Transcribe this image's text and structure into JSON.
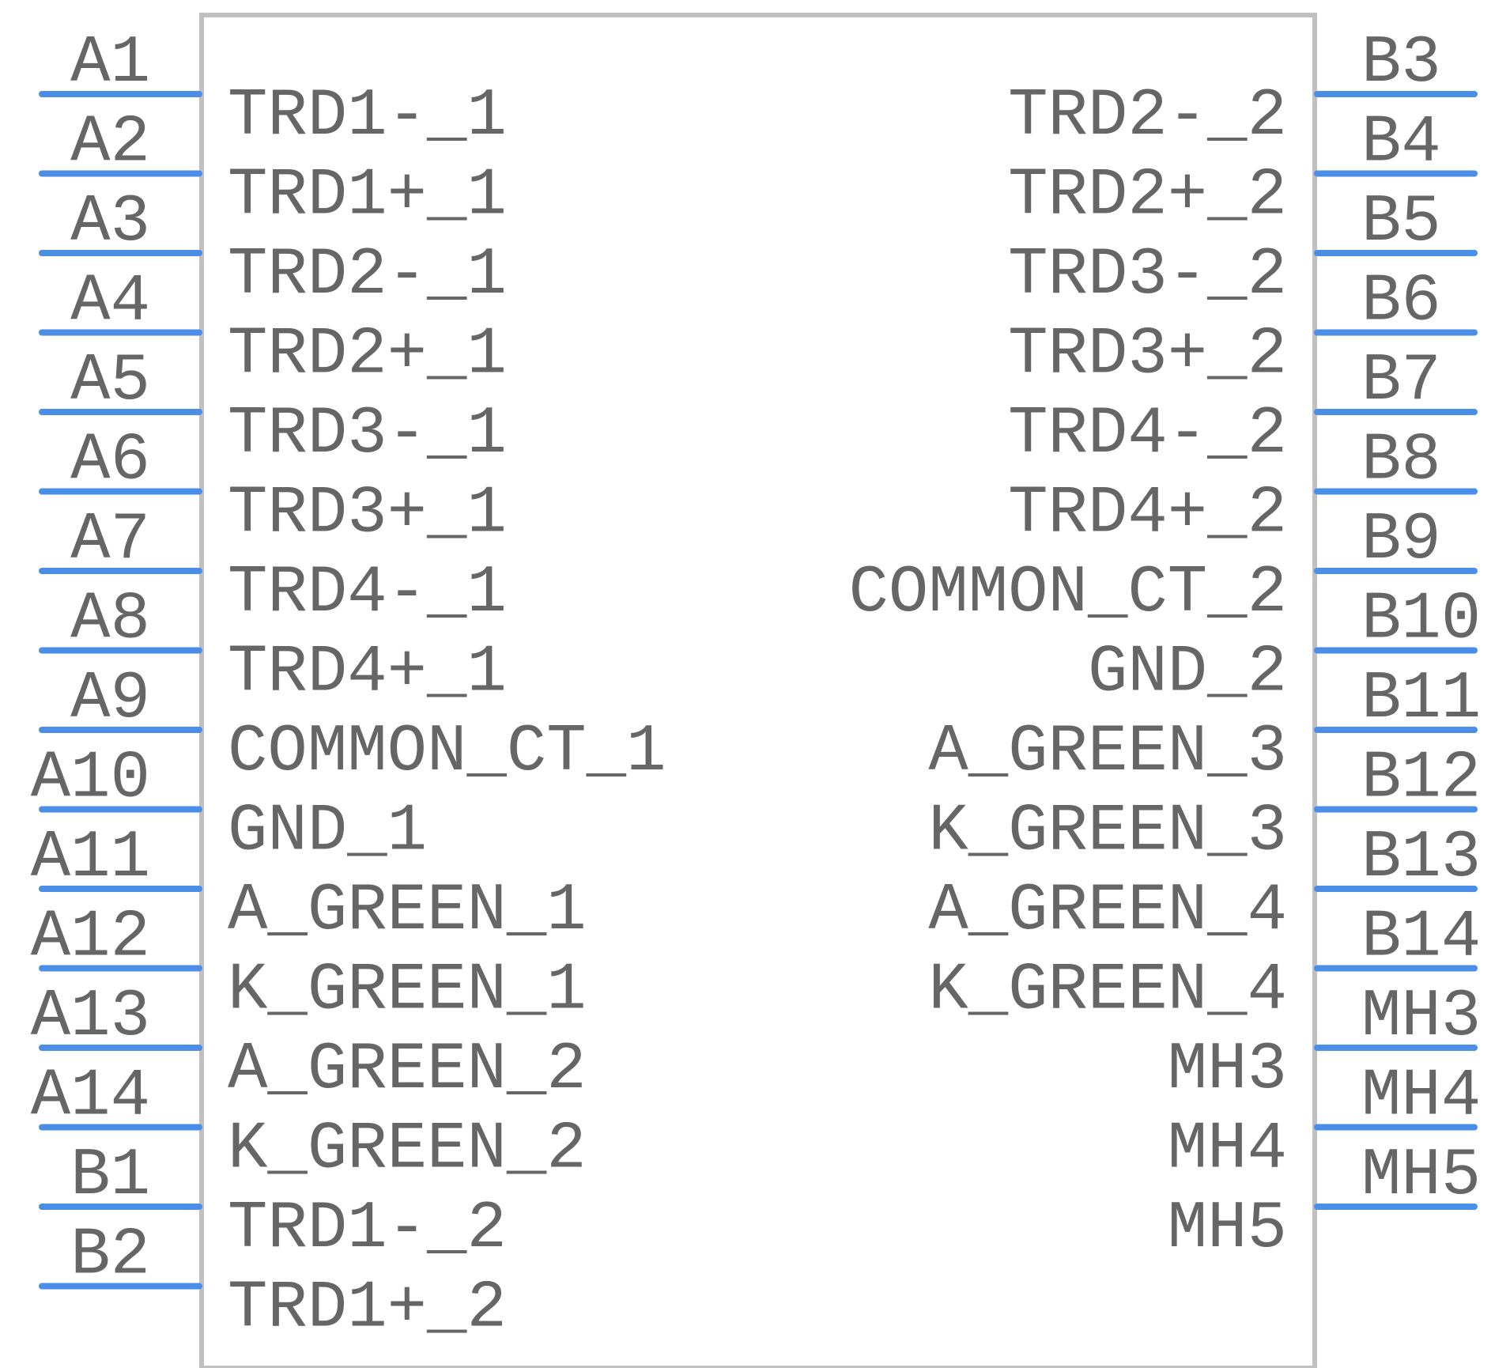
{
  "colors": {
    "body_outline": "#c0c0c0",
    "pin_line": "#4a8ee8",
    "text": "#666666",
    "background": "#ffffff"
  },
  "left_pins": [
    {
      "number": "A1",
      "name": "TRD1-_1"
    },
    {
      "number": "A2",
      "name": "TRD1+_1"
    },
    {
      "number": "A3",
      "name": "TRD2-_1"
    },
    {
      "number": "A4",
      "name": "TRD2+_1"
    },
    {
      "number": "A5",
      "name": "TRD3-_1"
    },
    {
      "number": "A6",
      "name": "TRD3+_1"
    },
    {
      "number": "A7",
      "name": "TRD4-_1"
    },
    {
      "number": "A8",
      "name": "TRD4+_1"
    },
    {
      "number": "A9",
      "name": "COMMON_CT_1"
    },
    {
      "number": "A10",
      "name": "GND_1"
    },
    {
      "number": "A11",
      "name": "A_GREEN_1"
    },
    {
      "number": "A12",
      "name": "K_GREEN_1"
    },
    {
      "number": "A13",
      "name": "A_GREEN_2"
    },
    {
      "number": "A14",
      "name": "K_GREEN_2"
    },
    {
      "number": "B1",
      "name": "TRD1-_2"
    },
    {
      "number": "B2",
      "name": "TRD1+_2"
    }
  ],
  "right_pins": [
    {
      "number": "B3",
      "name": "TRD2-_2"
    },
    {
      "number": "B4",
      "name": "TRD2+_2"
    },
    {
      "number": "B5",
      "name": "TRD3-_2"
    },
    {
      "number": "B6",
      "name": "TRD3+_2"
    },
    {
      "number": "B7",
      "name": "TRD4-_2"
    },
    {
      "number": "B8",
      "name": "TRD4+_2"
    },
    {
      "number": "B9",
      "name": "COMMON_CT_2"
    },
    {
      "number": "B10",
      "name": "GND_2"
    },
    {
      "number": "B11",
      "name": "A_GREEN_3"
    },
    {
      "number": "B12",
      "name": "K_GREEN_3"
    },
    {
      "number": "B13",
      "name": "A_GREEN_4"
    },
    {
      "number": "B14",
      "name": "K_GREEN_4"
    },
    {
      "number": "MH3",
      "name": "MH3"
    },
    {
      "number": "MH4",
      "name": "MH4"
    },
    {
      "number": "MH5",
      "name": "MH5"
    }
  ]
}
